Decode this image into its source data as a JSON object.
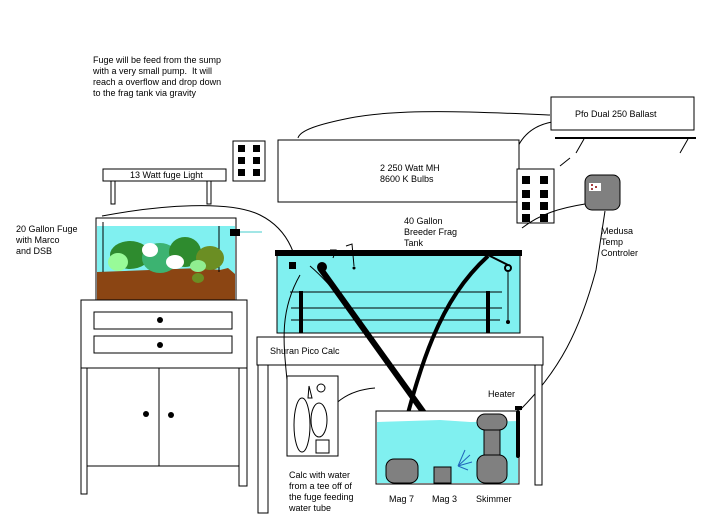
{
  "diagram": {
    "title": "Aquarium sump / refugium / frag tank plumbing layout",
    "colors": {
      "water": "#80f0f0",
      "sand": "#8b4513",
      "equipment_gray": "#808080",
      "plant_green": "#2e8b2e",
      "line": "#000000",
      "background": "#ffffff"
    },
    "labels": {
      "note": "Fuge will be feed from the sump\nwith a very small pump.  It will\nreach a overflow and drop down\nto the frag tank via gravity",
      "ballast": "Pfo Dual 250 Ballast",
      "halide_fixture": "2 250 Watt MH\n8600 K Bulbs",
      "fuge_light": "13 Watt fuge Light",
      "fuge_tank": "20 Gallon Fuge\nwith Marco\nand DSB",
      "frag_tank": "40 Gallon\nBreeder Frag\nTank",
      "temp_controller": "Medusa\nTemp\nControler",
      "calc_reactor_stand": "Shuran Pico Calc",
      "calc_reactor_note": "Calc with water\nfrom a tee off of\nthe fuge feeding\nwater tube",
      "heater": "Heater",
      "mag7": "Mag 7",
      "mag3": "Mag 3",
      "skimmer": "Skimmer"
    },
    "icons": {
      "outlet_strip_left": "power-strip-icon",
      "outlet_strip_right": "power-strip-icon",
      "temp_controller": "controller-icon",
      "heater": "heater-icon",
      "pumps": "pump-icon",
      "skimmer": "skimmer-icon"
    }
  }
}
